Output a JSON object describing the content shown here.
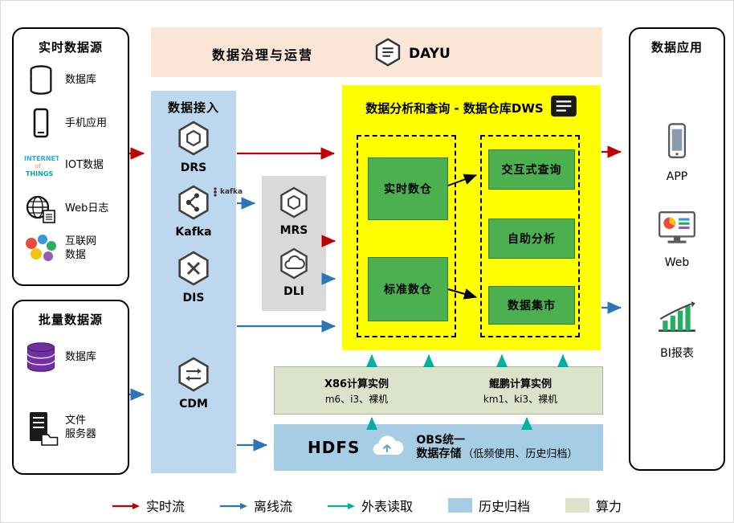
{
  "colors": {
    "realtime_flow": "#c00000",
    "offline_flow": "#2e75b6",
    "external_read": "#00b0a0",
    "archive_swatch": "#a6cde3",
    "compute_swatch": "#dbe3cb",
    "governance_bg": "#fbe5d6",
    "ingestion_bg": "#bdd7ee",
    "processing_bg": "#d9d9d9",
    "dws_bg": "#ffff00",
    "node_green": "#4caf50"
  },
  "realtime_sources": {
    "title": "实时数据源",
    "items": [
      {
        "label": "数据库",
        "icon": "database-icon"
      },
      {
        "label": "手机应用",
        "icon": "phone-icon"
      },
      {
        "label": "IOT数据",
        "icon": "iot-icon"
      },
      {
        "label": "Web日志",
        "icon": "web-log-icon"
      },
      {
        "label": "互联网\n数据",
        "icon": "internet-data-icon"
      }
    ]
  },
  "batch_sources": {
    "title": "批量数据源",
    "items": [
      {
        "label": "数据库",
        "icon": "database-purple-icon"
      },
      {
        "label": "文件\n服务器",
        "icon": "file-server-icon"
      }
    ]
  },
  "governance": {
    "title": "数据治理与运营",
    "product": "DAYU"
  },
  "ingestion": {
    "title": "数据接入",
    "items": [
      {
        "label": "DRS"
      },
      {
        "label": "Kafka",
        "badge": "kafka"
      },
      {
        "label": "DIS"
      },
      {
        "label": "CDM"
      }
    ]
  },
  "processing": {
    "items": [
      {
        "label": "MRS"
      },
      {
        "label": "DLI"
      }
    ]
  },
  "dws": {
    "title": "数据分析和查询 - 数据仓库DWS",
    "warehouses": [
      {
        "label": "实时数仓"
      },
      {
        "label": "标准数仓"
      }
    ],
    "services": [
      {
        "label": "交互式查询"
      },
      {
        "label": "自助分析"
      },
      {
        "label": "数据集市"
      }
    ]
  },
  "compute": {
    "x86_title": "X86计算实例",
    "x86_models": "m6、i3、裸机",
    "kunpeng_title": "鲲鹏计算实例",
    "kunpeng_models": "km1、ki3、裸机"
  },
  "storage": {
    "hdfs": "HDFS",
    "obs_line1": "OBS统一",
    "obs_line2": "数据存储",
    "note": "（低频使用、历史归档）"
  },
  "applications": {
    "title": "数据应用",
    "items": [
      {
        "label": "APP",
        "icon": "app-phone-icon"
      },
      {
        "label": "Web",
        "icon": "web-monitor-icon"
      },
      {
        "label": "BI报表",
        "icon": "bi-report-icon"
      }
    ]
  },
  "legend": {
    "items": [
      {
        "label": "实时流",
        "type": "arrow",
        "color": "#c00000"
      },
      {
        "label": "离线流",
        "type": "arrow",
        "color": "#2e75b6"
      },
      {
        "label": "外表读取",
        "type": "arrow",
        "color": "#00b0a0"
      },
      {
        "label": "历史归档",
        "type": "swatch",
        "color": "#a6cde3"
      },
      {
        "label": "算力",
        "type": "swatch",
        "color": "#dbe3cb"
      }
    ]
  }
}
